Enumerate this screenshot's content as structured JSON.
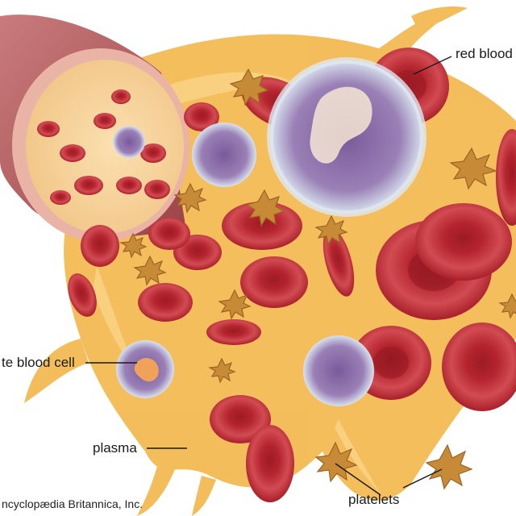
{
  "labels": {
    "red_blood_cell": "red blood",
    "white_blood_cell": "te blood cell",
    "plasma": "plasma",
    "platelets": "platelets"
  },
  "credit": "ncyclopædia Britannica, Inc.",
  "colors": {
    "red_cell": "#b8252f",
    "red_cell_dark": "#8e1820",
    "plasma": "#f3b54a",
    "vessel": "#b85c5e",
    "white_cell": "#8a6aa8",
    "white_cell_membrane": "#c9d6e6",
    "platelet": "#c9893a"
  }
}
